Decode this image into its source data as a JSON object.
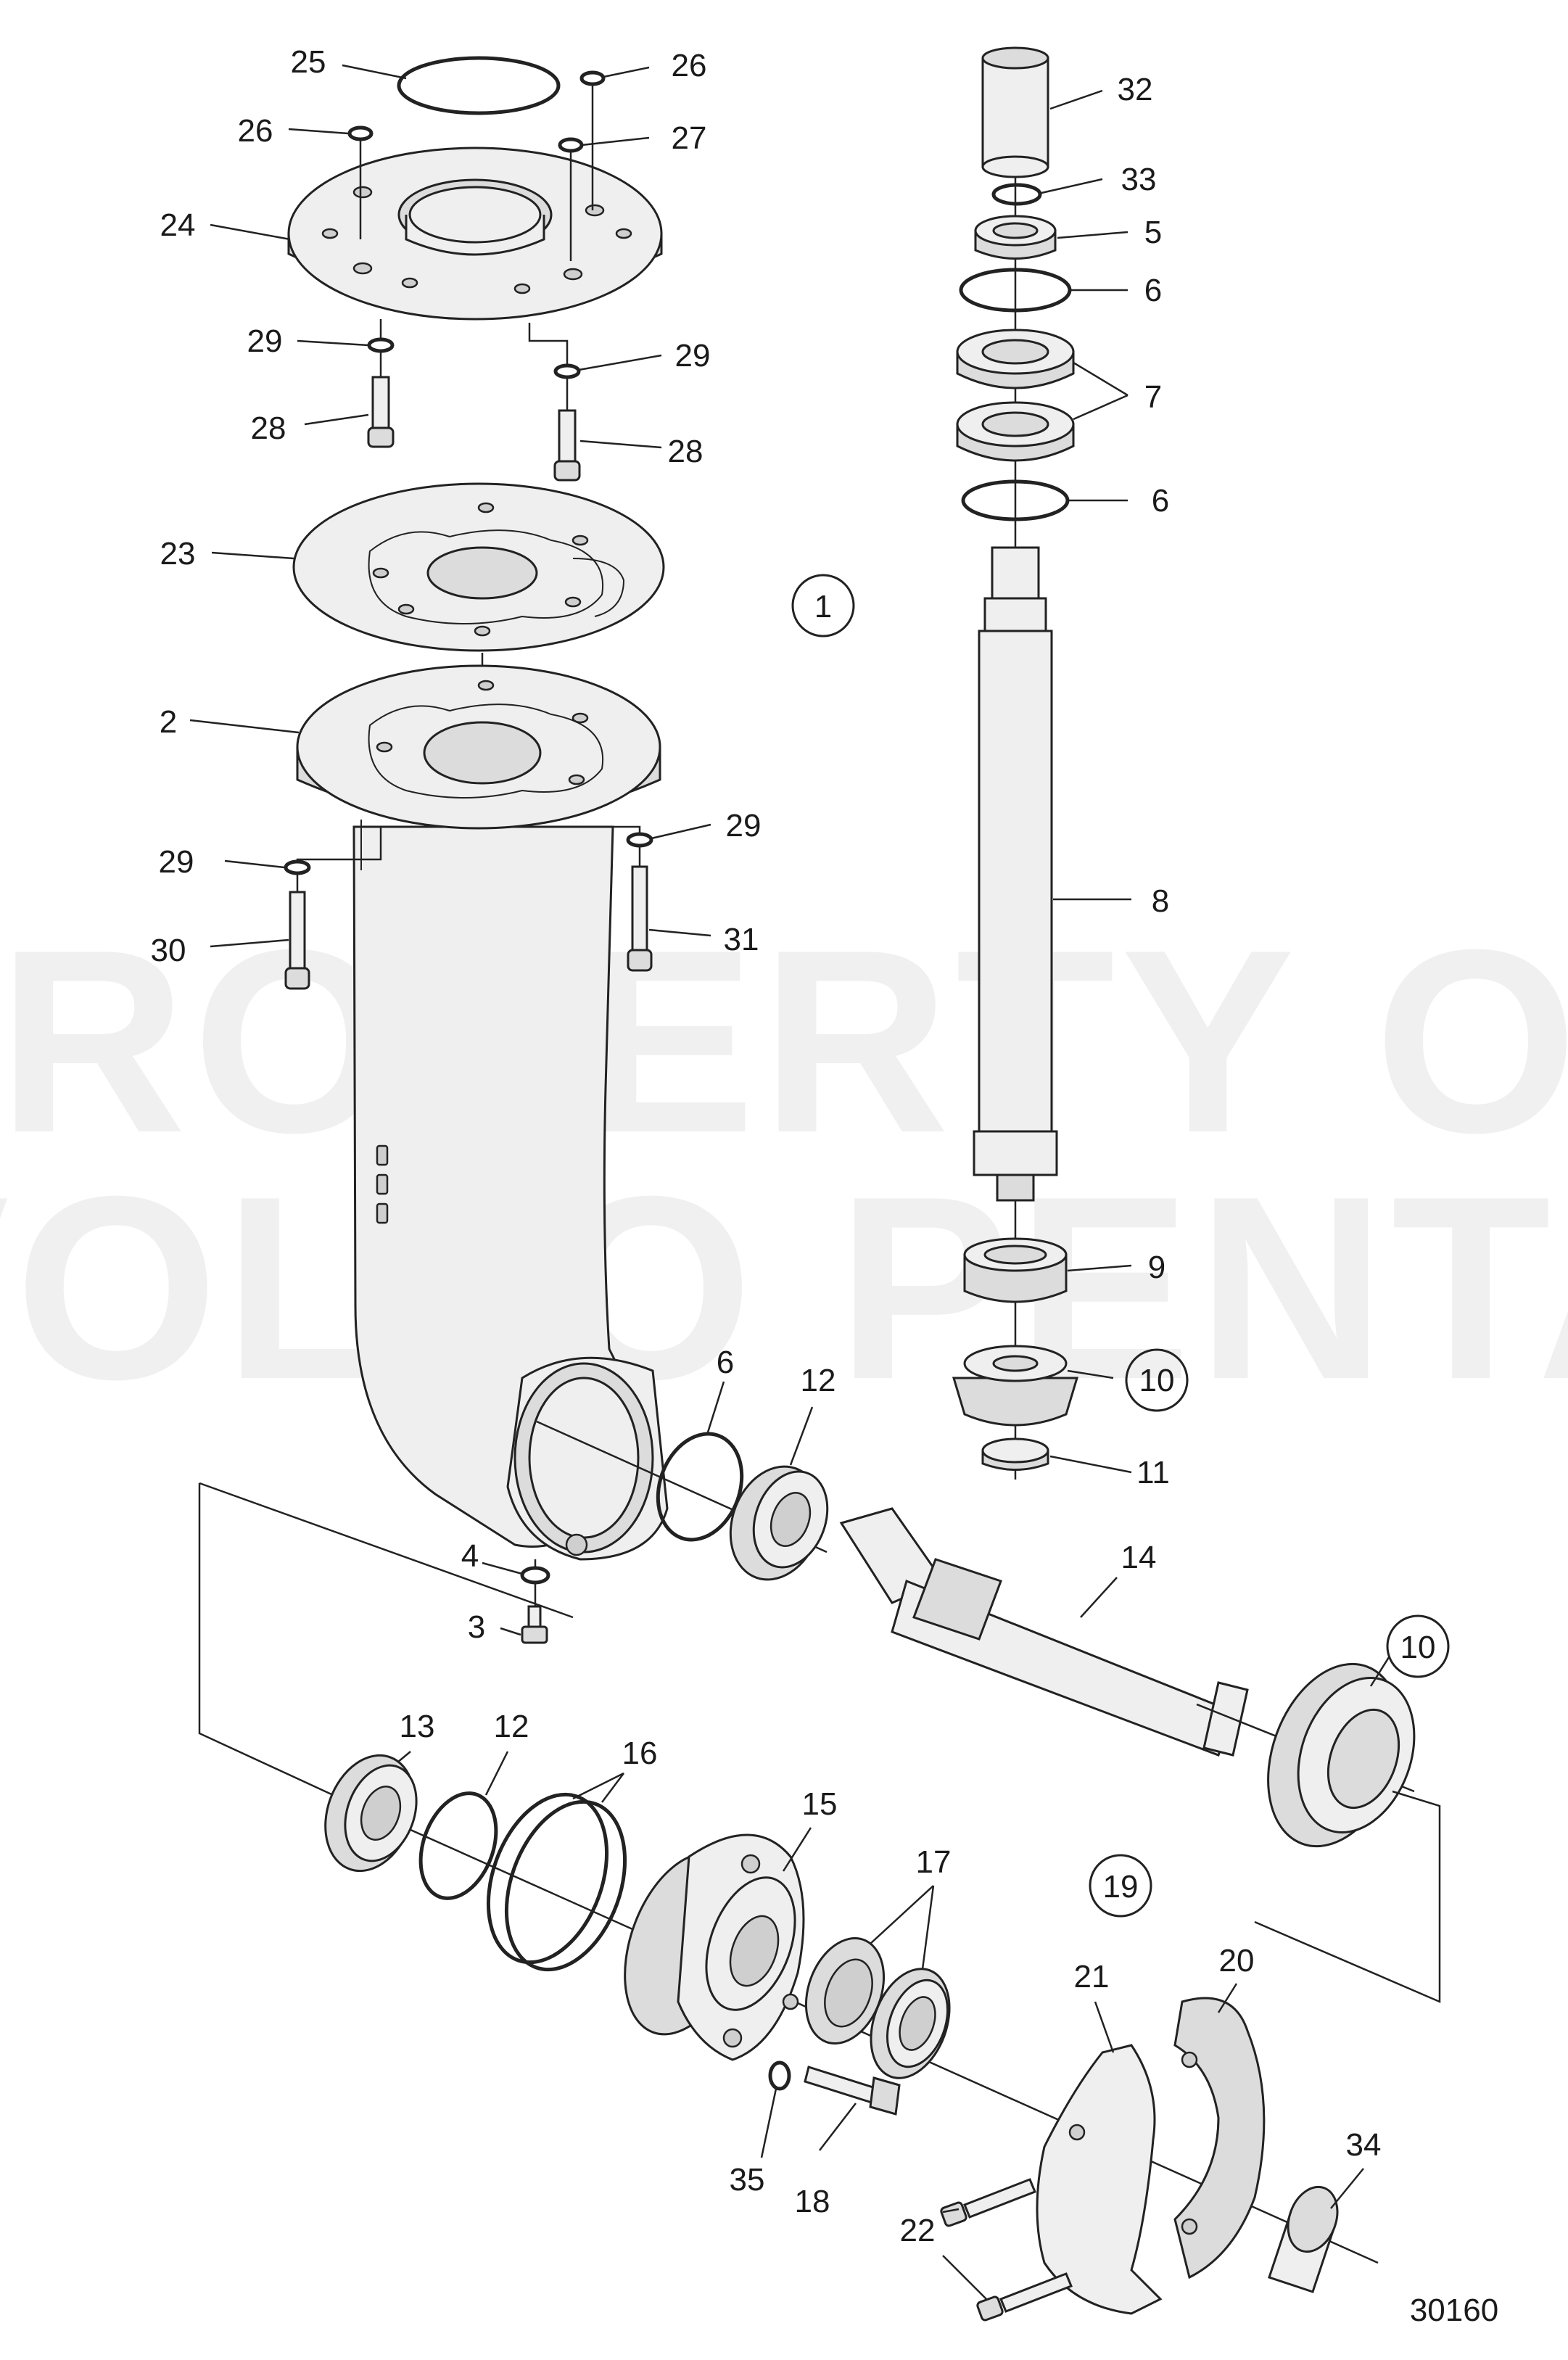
{
  "watermark": {
    "line1": "PROPERTY OF",
    "line2": "VOLVO PENTA"
  },
  "figure_number": "30160",
  "callouts": [
    {
      "key": "25",
      "text": "25"
    },
    {
      "key": "26a",
      "text": "26"
    },
    {
      "key": "26b",
      "text": "26"
    },
    {
      "key": "27",
      "text": "27"
    },
    {
      "key": "24",
      "text": "24"
    },
    {
      "key": "29a",
      "text": "29"
    },
    {
      "key": "29b",
      "text": "29"
    },
    {
      "key": "28a",
      "text": "28"
    },
    {
      "key": "28b",
      "text": "28"
    },
    {
      "key": "23",
      "text": "23"
    },
    {
      "key": "2",
      "text": "2"
    },
    {
      "key": "29c",
      "text": "29"
    },
    {
      "key": "29d",
      "text": "29"
    },
    {
      "key": "30",
      "text": "30"
    },
    {
      "key": "31",
      "text": "31"
    },
    {
      "key": "32",
      "text": "32"
    },
    {
      "key": "33",
      "text": "33"
    },
    {
      "key": "5",
      "text": "5"
    },
    {
      "key": "6a",
      "text": "6"
    },
    {
      "key": "7",
      "text": "7"
    },
    {
      "key": "6b",
      "text": "6"
    },
    {
      "key": "1",
      "text": "1",
      "circled": true
    },
    {
      "key": "8",
      "text": "8"
    },
    {
      "key": "9",
      "text": "9"
    },
    {
      "key": "10a",
      "text": "10",
      "circled": true
    },
    {
      "key": "11",
      "text": "11"
    },
    {
      "key": "6c",
      "text": "6"
    },
    {
      "key": "12a",
      "text": "12"
    },
    {
      "key": "4",
      "text": "4"
    },
    {
      "key": "3",
      "text": "3"
    },
    {
      "key": "14",
      "text": "14"
    },
    {
      "key": "10b",
      "text": "10",
      "circled": true
    },
    {
      "key": "13",
      "text": "13"
    },
    {
      "key": "12b",
      "text": "12"
    },
    {
      "key": "16",
      "text": "16"
    },
    {
      "key": "15",
      "text": "15"
    },
    {
      "key": "17",
      "text": "17"
    },
    {
      "key": "19",
      "text": "19",
      "circled": true
    },
    {
      "key": "21",
      "text": "21"
    },
    {
      "key": "20",
      "text": "20"
    },
    {
      "key": "34",
      "text": "34"
    },
    {
      "key": "35",
      "text": "35"
    },
    {
      "key": "18",
      "text": "18"
    },
    {
      "key": "22",
      "text": "22"
    }
  ]
}
